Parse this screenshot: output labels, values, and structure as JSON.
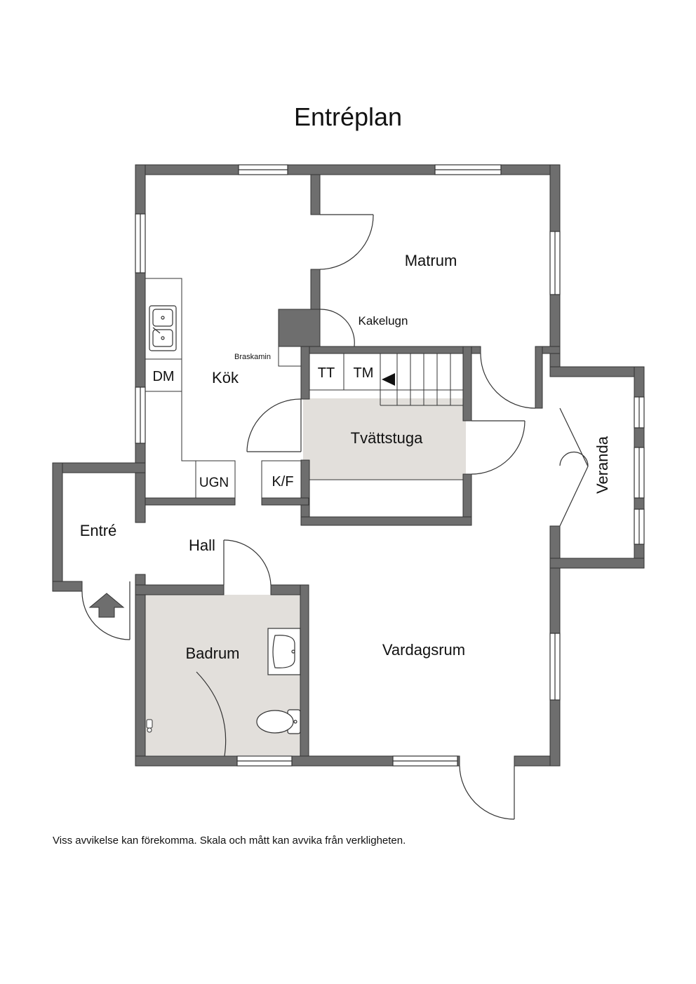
{
  "title": "Entréplan",
  "rooms": {
    "matrum": "Matrum",
    "kok": "Kök",
    "kakelugn": "Kakelugn",
    "braskamin": "Braskamin",
    "tvattstuga": "Tvättstuga",
    "veranda": "Veranda",
    "entre": "Entré",
    "hall": "Hall",
    "badrum": "Badrum",
    "vardagsrum": "Vardagsrum"
  },
  "appliances": {
    "dm": "DM",
    "ugn": "UGN",
    "kf": "K/F",
    "tt": "TT",
    "tm": "TM"
  },
  "disclaimer": "Viss avvikelse kan förekomma. Skala och mått kan avvika från verkligheten.",
  "colors": {
    "wall": "#6e6e6e",
    "wet_room_floor": "#e2dfdb",
    "line": "#333333"
  }
}
